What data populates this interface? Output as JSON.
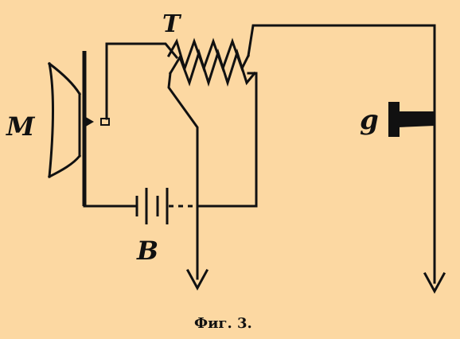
{
  "labels": {
    "microphone": "M",
    "transformer": "T",
    "battery": "B",
    "telephone": "g"
  },
  "caption": "Фиг. 3.",
  "colors": {
    "background": "#fcd8a2",
    "ink": "#111111"
  }
}
